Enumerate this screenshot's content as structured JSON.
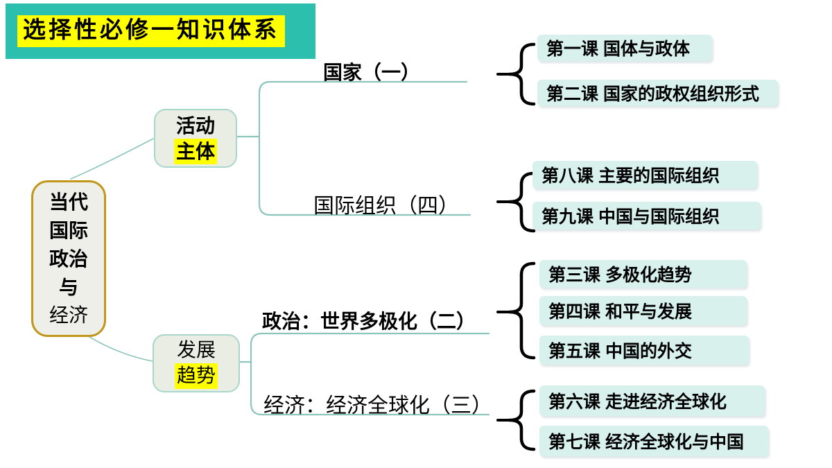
{
  "title": "选择性必修一知识体系",
  "root": {
    "lines": [
      "当代",
      "国际",
      "政治",
      "与",
      "经济"
    ]
  },
  "branch_nodes": {
    "activity": {
      "line1": "活动",
      "line2": "主体"
    },
    "trend": {
      "line1": "发展",
      "line2": "趋势"
    }
  },
  "branch_labels": {
    "state": "国家（一）",
    "intl_org": "国际组织（四）",
    "politics": "政治：世界多极化（二）",
    "economy": "经济：经济全球化（三）"
  },
  "courses": {
    "state": [
      "第一课 国体与政体",
      "第二课 国家的政权组织形式"
    ],
    "intl_org": [
      "第八课 主要的国际组织",
      "第九课 中国与国际组织"
    ],
    "politics": [
      "第三课 多极化趋势",
      "第四课 和平与发展",
      "第五课 中国的外交"
    ],
    "economy": [
      "第六课 走进经济全球化",
      "第七课 经济全球化与中国"
    ]
  },
  "colors": {
    "banner_bg": "#2CBFAD",
    "highlight": "#FFFF00",
    "root_fill": "#EDEFE8",
    "root_border": "#C2961B",
    "node_fill": "#E9EDE4",
    "node_border": "#A7D7CB",
    "line": "#8CC5BC",
    "course_bg": "#D8F1ED",
    "brace": "#000000",
    "text": "#000000"
  }
}
